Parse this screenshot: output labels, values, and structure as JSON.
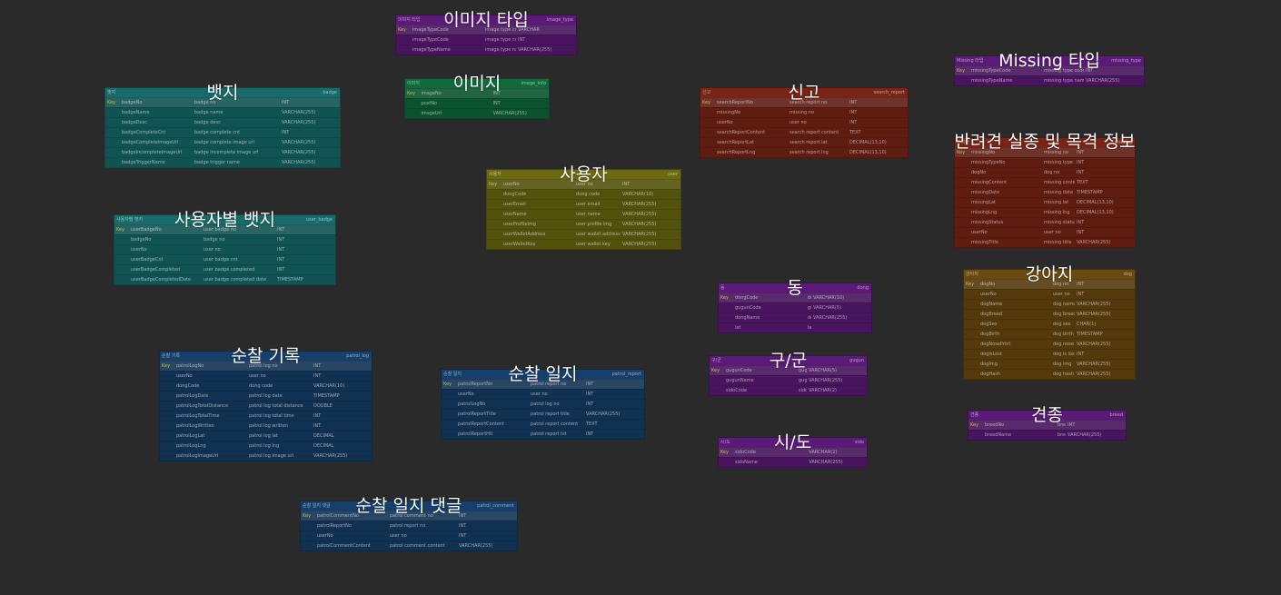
{
  "entities": [
    {
      "id": "image_type",
      "title": "이미지 타입",
      "logical": "이미지 타입",
      "physical": "image_type",
      "color": "#5b1a78",
      "header_row": [
        "Key",
        "imageTypeCode",
        "image type code",
        "VARCHAR"
      ],
      "rows": [
        [
          "",
          "imageTypeCode",
          "image type code",
          "INT"
        ],
        [
          "",
          "imageTypeName",
          "image type name",
          "VARCHAR(255)"
        ]
      ]
    },
    {
      "id": "missing_type",
      "title": "Missing 타입",
      "logical": "Missing 타입",
      "physical": "missing_type",
      "color": "#5b1a78",
      "header_row": [
        "Key",
        "missingTypeCode",
        "missing type code",
        "INT"
      ],
      "rows": [
        [
          "",
          "missingTypeName",
          "missing type name",
          "VARCHAR(255)"
        ]
      ]
    },
    {
      "id": "badge",
      "title": "뱃지",
      "logical": "뱃지",
      "physical": "badge",
      "color": "#176b6b",
      "header_row": [
        "Key",
        "badgeNo",
        "badge no",
        "INT"
      ],
      "rows": [
        [
          "",
          "badgeName",
          "badge name",
          "VARCHAR(255)"
        ],
        [
          "",
          "badgeDesc",
          "badge desc",
          "VARCHAR(255)"
        ],
        [
          "",
          "badgeCompleteCnt",
          "badge complete cnt",
          "INT"
        ],
        [
          "",
          "badgeCompleteImageUrl",
          "badge complete image url",
          "VARCHAR(255)"
        ],
        [
          "",
          "badgeIncompleteImageUrl",
          "badge incomplete image url",
          "VARCHAR(255)"
        ],
        [
          "",
          "badgeTriggerName",
          "badge trigger name",
          "VARCHAR(255)"
        ]
      ]
    },
    {
      "id": "image_info",
      "title": "이미지",
      "logical": "이미지",
      "physical": "image_info",
      "color": "#0f6b3c",
      "header_row": [
        "Key",
        "imageNo",
        "image no",
        "INT"
      ],
      "rows": [
        [
          "",
          "postNo",
          "post no",
          "INT"
        ],
        [
          "",
          "imageUrl",
          "image url",
          "VARCHAR(255)"
        ]
      ]
    },
    {
      "id": "search_report",
      "title": "신고",
      "logical": "신고",
      "physical": "search_report",
      "color": "#7a2416",
      "header_row": [
        "Key",
        "searchReportNo",
        "search report no",
        "INT"
      ],
      "rows": [
        [
          "",
          "missingNo",
          "missing no",
          "INT"
        ],
        [
          "",
          "userNo",
          "user no",
          "INT"
        ],
        [
          "",
          "searchReportContent",
          "search report content",
          "TEXT"
        ],
        [
          "",
          "searchReportLat",
          "search report lat",
          "DECIMAL(13,10)"
        ],
        [
          "",
          "searchReportLng",
          "search report lng",
          "DECIMAL(13,10)"
        ]
      ]
    },
    {
      "id": "missing",
      "title": "반려견 실종 및 목격 정보",
      "logical": "반려견",
      "physical": "missing",
      "color": "#7a2416",
      "header_row": [
        "Key",
        "missingNo",
        "missing no",
        "INT"
      ],
      "rows": [
        [
          "",
          "missingTypeNo",
          "missing type no",
          "INT"
        ],
        [
          "",
          "dogNo",
          "dog no",
          "INT"
        ],
        [
          "",
          "missingContent",
          "missing content",
          "TEXT"
        ],
        [
          "",
          "missingDate",
          "missing date",
          "TIMESTAMP"
        ],
        [
          "",
          "missingLat",
          "missing lat",
          "DECIMAL(13,10)"
        ],
        [
          "",
          "missingLng",
          "missing lng",
          "DECIMAL(13,10)"
        ],
        [
          "",
          "missingStatus",
          "missing status",
          "INT"
        ],
        [
          "",
          "userNo",
          "user no",
          "INT"
        ],
        [
          "",
          "missingTitle",
          "missing title",
          "VARCHAR(255)"
        ]
      ]
    },
    {
      "id": "user",
      "title": "사용자",
      "logical": "사용자",
      "physical": "user",
      "color": "#6b6a10",
      "header_row": [
        "Key",
        "userNo",
        "user no",
        "INT"
      ],
      "rows": [
        [
          "",
          "dongCode",
          "dong code",
          "VARCHAR(10)"
        ],
        [
          "",
          "userEmail",
          "user email",
          "VARCHAR(255)"
        ],
        [
          "",
          "userName",
          "user name",
          "VARCHAR(255)"
        ],
        [
          "",
          "userProfileImg",
          "user profile img",
          "VARCHAR(255)"
        ],
        [
          "",
          "userWalletAddress",
          "user wallet address",
          "VARCHAR(255)"
        ],
        [
          "",
          "userWalletKey",
          "user wallet key",
          "VARCHAR(255)"
        ]
      ]
    },
    {
      "id": "user_badge",
      "title": "사용자별 뱃지",
      "logical": "사용자별 뱃지",
      "physical": "user_badge",
      "color": "#176b6b",
      "header_row": [
        "Key",
        "userBadgeNo",
        "user badge no",
        "INT"
      ],
      "rows": [
        [
          "",
          "badgeNo",
          "badge no",
          "INT"
        ],
        [
          "",
          "userNo",
          "user no",
          "INT"
        ],
        [
          "",
          "userBadgeCnt",
          "user badge cnt",
          "INT"
        ],
        [
          "",
          "userBadgeCompleted",
          "user badge completed",
          "INT"
        ],
        [
          "",
          "userBadgeCompletedDate",
          "user badge completed date",
          "TIMESTAMP"
        ]
      ]
    },
    {
      "id": "dong",
      "title": "동",
      "logical": "동",
      "physical": "dong",
      "color": "#5b1a78",
      "header_row": [
        "Key",
        "dongCode",
        "dong code",
        "VARCHAR(10)"
      ],
      "rows": [
        [
          "",
          "gugunCode",
          "gugun code",
          "VARCHAR(5)"
        ],
        [
          "",
          "dongName",
          "dong name",
          "VARCHAR(255)"
        ],
        [
          "",
          "lat",
          "lat",
          ""
        ]
      ]
    },
    {
      "id": "dog",
      "title": "강아지",
      "logical": "강아지",
      "physical": "dog",
      "color": "#6b4a10",
      "header_row": [
        "Key",
        "dogNo",
        "dog no",
        "INT"
      ],
      "rows": [
        [
          "",
          "userNo",
          "user no",
          "INT"
        ],
        [
          "",
          "dogName",
          "dog name",
          "VARCHAR(255)"
        ],
        [
          "",
          "dogBreed",
          "dog breed",
          "VARCHAR(255)"
        ],
        [
          "",
          "dogSex",
          "dog sex",
          "CHAR(1)"
        ],
        [
          "",
          "dogBirth",
          "dog birth",
          "TIMESTAMP"
        ],
        [
          "",
          "dogNosePrint",
          "dog nose print",
          "VARCHAR(255)"
        ],
        [
          "",
          "dogIsLost",
          "dog is lost",
          "INT"
        ],
        [
          "",
          "dogImg",
          "dog img",
          "VARCHAR(255)"
        ],
        [
          "",
          "dogHash",
          "dog hash",
          "VARCHAR(255)"
        ]
      ]
    },
    {
      "id": "patrol_log",
      "title": "순찰 기록",
      "logical": "순찰 기록",
      "physical": "patrol_log",
      "color": "#163f6b",
      "header_row": [
        "Key",
        "patrolLogNo",
        "patrol log no",
        "INT"
      ],
      "rows": [
        [
          "",
          "userNo",
          "user no",
          "INT"
        ],
        [
          "",
          "dongCode",
          "dong code",
          "VARCHAR(10)"
        ],
        [
          "",
          "patrolLogDate",
          "patrol log date",
          "TIMESTAMP"
        ],
        [
          "",
          "patrolLogTotalDistance",
          "patrol log total distance",
          "DOUBLE"
        ],
        [
          "",
          "patrolLogTotalTime",
          "patrol log total time",
          "INT"
        ],
        [
          "",
          "patrolLogWritten",
          "patrol log written",
          "INT"
        ],
        [
          "",
          "patrolLogLat",
          "patrol log lat",
          "DECIMAL"
        ],
        [
          "",
          "patrolLogLng",
          "patrol log lng",
          "DECIMAL"
        ],
        [
          "",
          "patrolLogImageUrl",
          "patrol log image url",
          "VARCHAR(255)"
        ]
      ]
    },
    {
      "id": "patrol_report",
      "title": "순찰 일지",
      "logical": "순찰 일지",
      "physical": "patrol_report",
      "color": "#163f6b",
      "header_row": [
        "Key",
        "patrolReportNo",
        "patrol report no",
        "INT"
      ],
      "rows": [
        [
          "",
          "userNo",
          "user no",
          "INT"
        ],
        [
          "",
          "patrolLogNo",
          "patrol log no",
          "INT"
        ],
        [
          "",
          "patrolReportTitle",
          "patrol report title",
          "VARCHAR(255)"
        ],
        [
          "",
          "patrolReportContent",
          "patrol report content",
          "TEXT"
        ],
        [
          "",
          "patrolReportHit",
          "patrol report hit",
          "INT"
        ]
      ]
    },
    {
      "id": "gugun",
      "title": "구/군",
      "logical": "구/군",
      "physical": "gugun",
      "color": "#5b1a78",
      "header_row": [
        "Key",
        "gugunCode",
        "gugun code",
        "VARCHAR(5)"
      ],
      "rows": [
        [
          "",
          "gugunName",
          "gugun name",
          "VARCHAR(255)"
        ],
        [
          "",
          "sidoCode",
          "sido code",
          "VARCHAR(2)"
        ]
      ]
    },
    {
      "id": "breed",
      "title": "견종",
      "logical": "견종",
      "physical": "breed",
      "color": "#5b1a78",
      "header_row": [
        "Key",
        "breedNo",
        "breed no",
        "INT"
      ],
      "rows": [
        [
          "",
          "breedName",
          "breed name",
          "VARCHAR(255)"
        ]
      ]
    },
    {
      "id": "sido",
      "title": "시/도",
      "logical": "시/도",
      "physical": "sido",
      "color": "#5b1a78",
      "header_row": [
        "Key",
        "sidoCode",
        "sido code",
        "VARCHAR(2)"
      ],
      "rows": [
        [
          "",
          "sidoName",
          "sido name",
          "VARCHAR(255)"
        ]
      ]
    },
    {
      "id": "patrol_comment",
      "title": "순찰 일지 댓글",
      "logical": "순찰 일지 댓글",
      "physical": "patrol_comment",
      "color": "#163f6b",
      "header_row": [
        "Key",
        "patrolCommentNo",
        "patrol comment no",
        "INT"
      ],
      "rows": [
        [
          "",
          "patrolReportNo",
          "patrol report no",
          "INT"
        ],
        [
          "",
          "userNo",
          "user no",
          "INT"
        ],
        [
          "",
          "patrolCommentContent",
          "patrol comment content",
          "VARCHAR(255)"
        ]
      ]
    }
  ]
}
